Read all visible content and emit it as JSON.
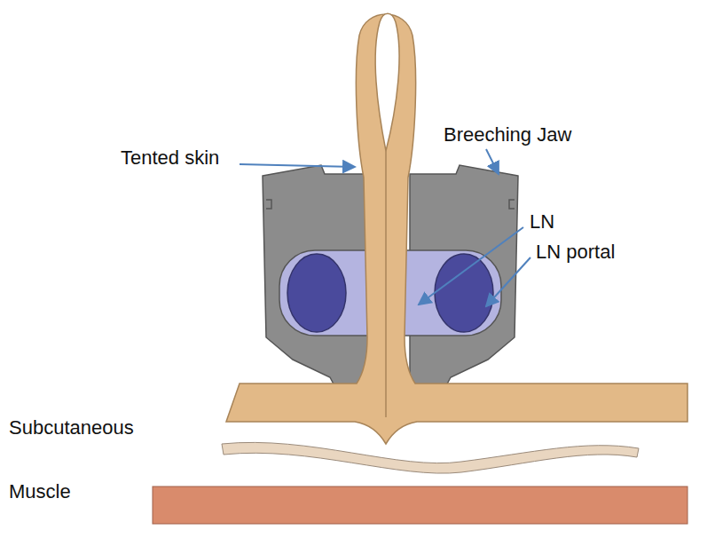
{
  "diagram": {
    "labels": [
      "Tented skin",
      "Breeching Jaw",
      "LN",
      "LN portal",
      "Subcutaneous",
      "Muscle"
    ]
  }
}
